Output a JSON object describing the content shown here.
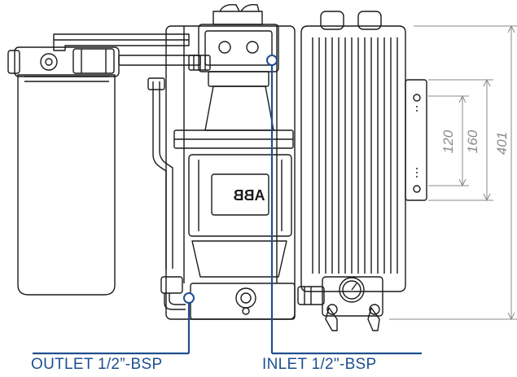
{
  "brand": {
    "logo_text": "ABB"
  },
  "dimensions": {
    "inner": "120",
    "middle": "160",
    "overall": "401"
  },
  "callouts": {
    "outlet": "OUTLET 1/2”-BSP",
    "inlet": "INLET 1/2\"-BSP",
    "color": "#1f4f8f"
  },
  "colors": {
    "line": "#1a1a1a",
    "dimension": "#8a8a8a",
    "accent": "#1f4f8f"
  }
}
